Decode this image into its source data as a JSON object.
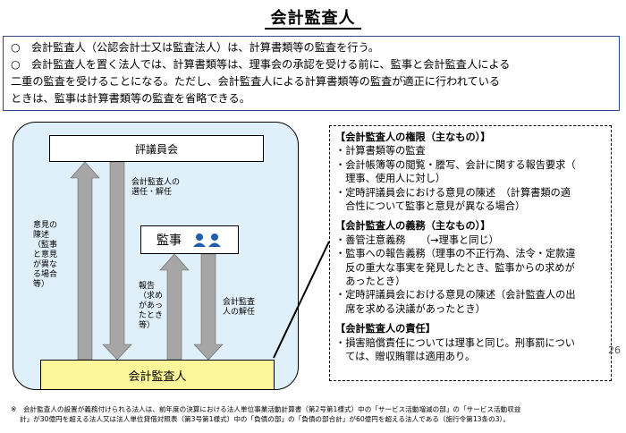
{
  "title": "会計監査人",
  "intro": {
    "line1": "○　会計監査人（公認会計士又は監査法人）は、計算書類等の監査を行う。",
    "line2a": "○　会計監査人を置く法人では、計算書類等は、理事会の承認を受ける前に、監事と会計監査人による",
    "line2b": "二重の監査を受けることになる。ただし、会計監査人による計算書類等の監査が適正に行われている",
    "line2c": "ときは、監事は計算書類等の監査を省略できる。"
  },
  "diagram": {
    "council": "評議員会",
    "auditor": "監事",
    "accountant": "会計監査人",
    "label_elect": [
      "会計監査人の",
      "選任・解任"
    ],
    "label_opinion": [
      "意見の",
      "陳述",
      "（監事",
      "と意見",
      "が異な",
      "る場合",
      "等）"
    ],
    "label_report": [
      "報告",
      "（求め",
      "があっ",
      "たとき",
      "等）"
    ],
    "label_dismiss": [
      "会計監査",
      "人の解任"
    ]
  },
  "notes": {
    "sec1_title": "【会計監査人の権限（主なもの）】",
    "sec1": [
      "・計算書類等の監査",
      "・会計帳簿等の閲覧・謄写、会計に関する報告要求（",
      "　理事、使用人に対し）",
      "・定時評議員会における意見の陳述　（計算書類の適",
      "　合性について監事と意見が異なる場合）"
    ],
    "sec2_title": "【会計監査人の義務（主なもの）】",
    "sec2": [
      "・善管注意義務　　（→理事と同じ）",
      "・監事への報告義務（理事の不正行為、法令・定款違",
      "　反の重大な事実を発見したとき、監事からの求めが",
      "　あったとき）",
      "・定時評議員会における意見の陳述（会計監査人の出",
      "　席を求める決議があったとき）"
    ],
    "sec3_title": "【会計監査人の責任】",
    "sec3": [
      "・損害賠償責任については理事と同じ。刑事罰につい",
      "　ては、贈収賄罪は適用あり。"
    ]
  },
  "page_number": "26",
  "footnote": {
    "line1": "※　会計監査人の設置が義務付けられる法人は、前年度の決算における法人単位事業活動計算書（第2号第1様式）中の「サービス活動増減の部」の「サービス活動収益",
    "line2": "計」が30億円を超える法人又は法人単位貸借対照表（第3号第1様式）中の「負債の部」の「負債の部合計」が60億円を超える法人である（施行令第13条の3）。"
  },
  "colors": {
    "diagram_bg": "#e0f0fa",
    "accountant_fill": "#fbf69a",
    "arrow_fill": "#a6a6a6",
    "intro_border": "#2e4a86",
    "people_icon": "#1f5fae"
  }
}
